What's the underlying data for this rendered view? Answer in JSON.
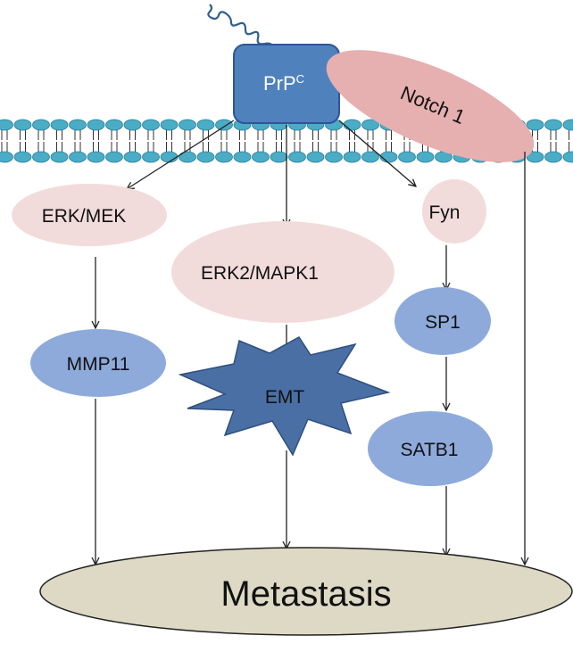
{
  "diagram": {
    "receptor": {
      "label": "PrP",
      "superscript": "C"
    },
    "notch": {
      "label": "Notch 1"
    },
    "nodes": {
      "erk_mek": "ERK/MEK",
      "erk2_mapk1": "ERK2/MAPK1",
      "fyn": "Fyn",
      "mmp11": "MMP11",
      "emt": "EMT",
      "sp1": "SP1",
      "satb1": "SATB1"
    },
    "outcome": "Metastasis"
  },
  "colors": {
    "receptor_fill": "#4f81bd",
    "receptor_stroke": "#2f5597",
    "notch_fill": "#e6b0b0",
    "pink_node": "#f2dcdb",
    "blue_node": "#8eaadb",
    "emt_fill": "#4a6fa5",
    "membrane_head": "#4bacc6",
    "metastasis_fill": "#ddd9c4"
  }
}
